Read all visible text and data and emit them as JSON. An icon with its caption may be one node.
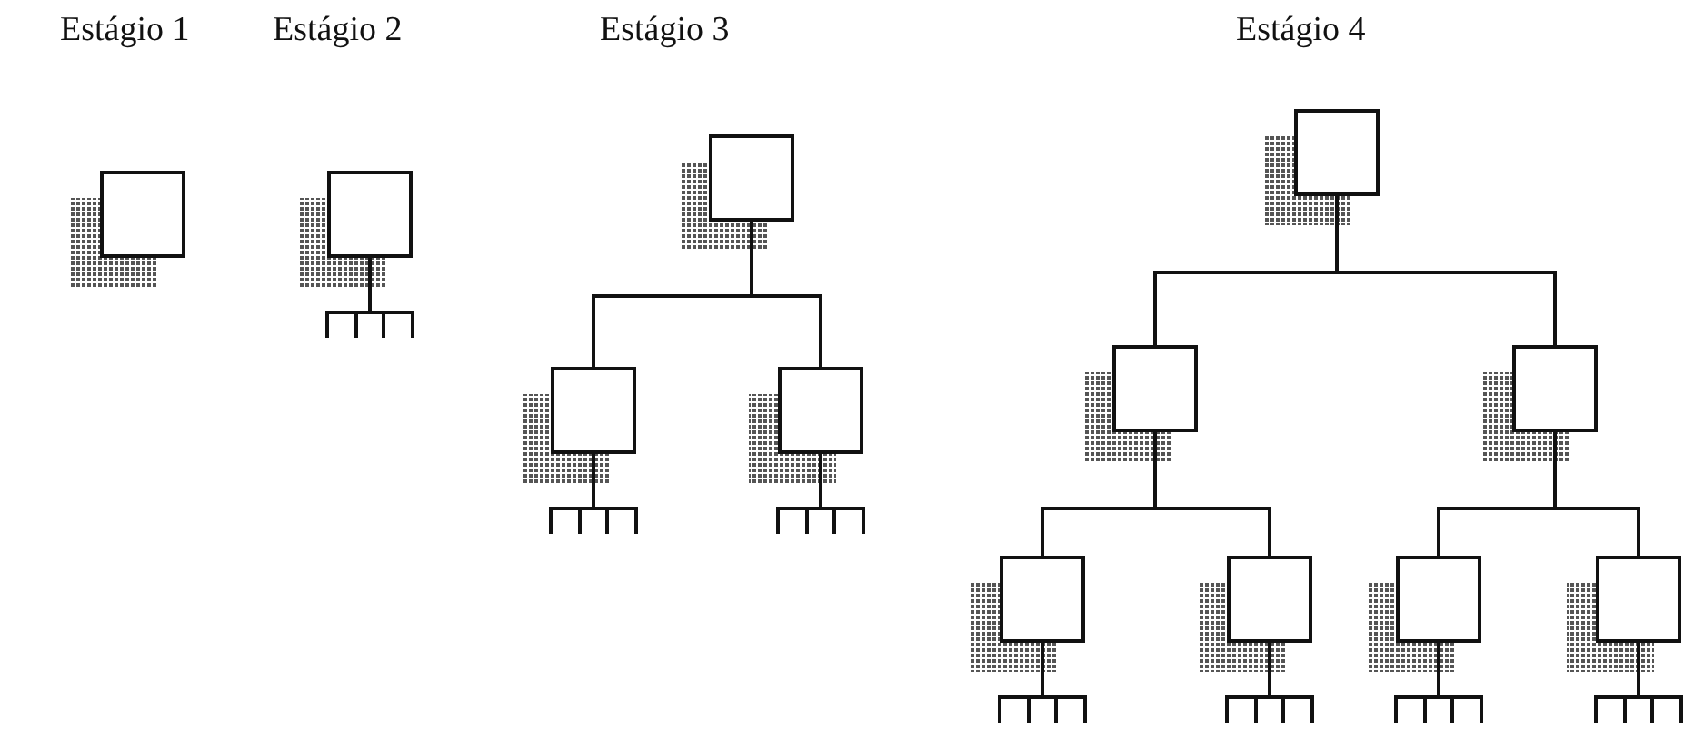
{
  "diagram": {
    "nodes": [
      {
        "text": [],
        "shape": "box"
      },
      {
        "text": [],
        "shape": "box"
      },
      {
        "text": [],
        "shape": "box"
      },
      {
        "text": [],
        "shape": "box"
      },
      {
        "text": [],
        "shape": "box"
      },
      {
        "text": [],
        "shape": "box"
      },
      {
        "text": [],
        "shape": "box"
      },
      {
        "text": [],
        "shape": "box"
      },
      {
        "text": [],
        "shape": "box"
      },
      {
        "text": [],
        "shape": "box"
      },
      {
        "text": [],
        "shape": "box"
      },
      {
        "text": [],
        "shape": "box"
      }
    ],
    "edges": [
      {
        "from": 2,
        "to": 3,
        "arrow": "none"
      },
      {
        "from": 2,
        "to": 4,
        "arrow": "none"
      },
      {
        "from": 5,
        "to": 6,
        "arrow": "none"
      },
      {
        "from": 5,
        "to": 7,
        "arrow": "none"
      },
      {
        "from": 6,
        "to": 8,
        "arrow": "none"
      },
      {
        "from": 6,
        "to": 9,
        "arrow": "none"
      },
      {
        "from": 7,
        "to": 10,
        "arrow": "none"
      },
      {
        "from": 7,
        "to": 11,
        "arrow": "none"
      }
    ],
    "labels": [
      "Estágio 1",
      "Estágio 2",
      "Estágio 3",
      "Estágio 4"
    ]
  }
}
